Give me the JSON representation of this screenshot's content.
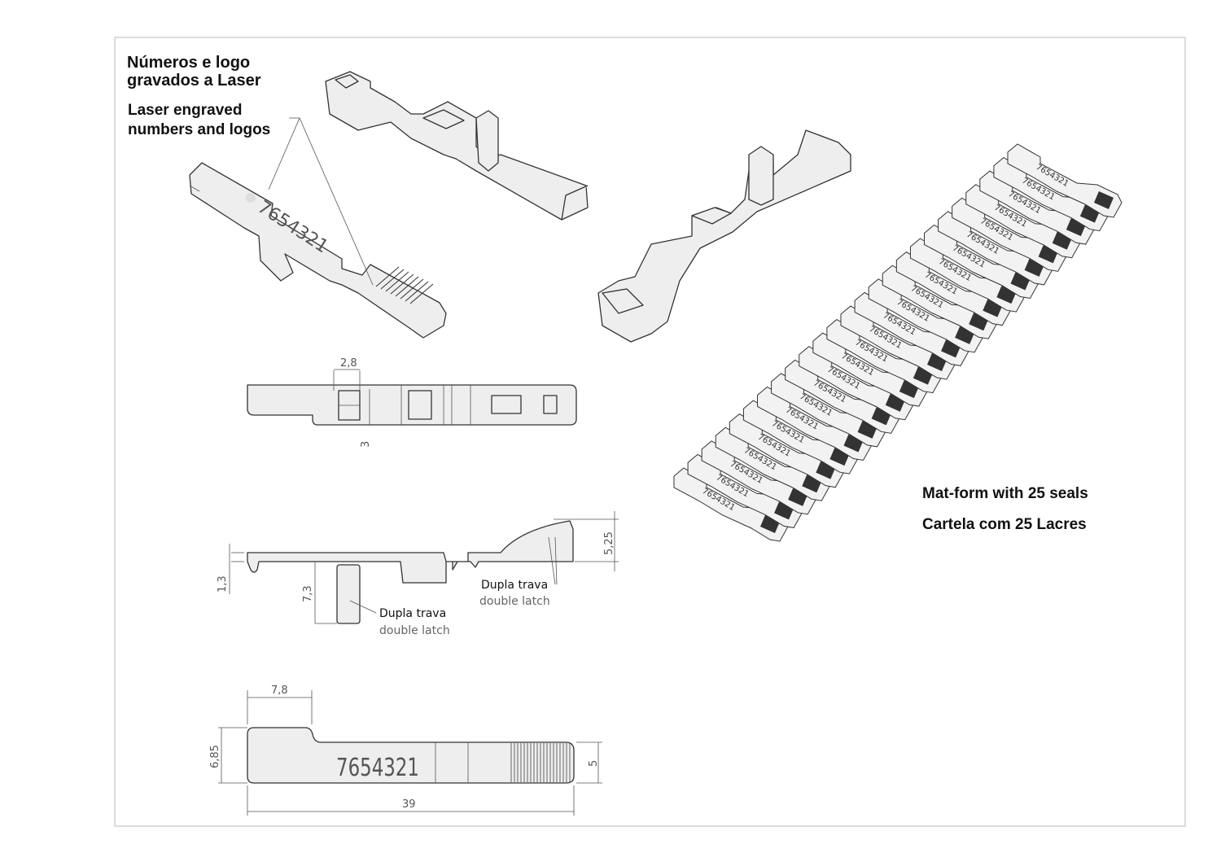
{
  "labels": {
    "laser_pt_line1": "Números e logo",
    "laser_pt_line2": "gravados a Laser",
    "laser_en_line1": "Laser engraved",
    "laser_en_line2": "numbers and logos",
    "mat_en": "Mat-form with 25 seals",
    "mat_pt": "Cartela com 25 Lacres"
  },
  "seal_number": "7654321",
  "mat_seal_count": 25,
  "dimensions": {
    "slot_width": "2,8",
    "slot_offset": "3",
    "flange_thickness": "1,3",
    "latch_height": "7,3",
    "head_height": "5,25",
    "tab_length": "7,8",
    "overall_width": "6,85",
    "body_width": "5",
    "overall_length": "39"
  },
  "callouts": {
    "latch_pt": "Dupla trava",
    "latch_en": "double latch"
  }
}
